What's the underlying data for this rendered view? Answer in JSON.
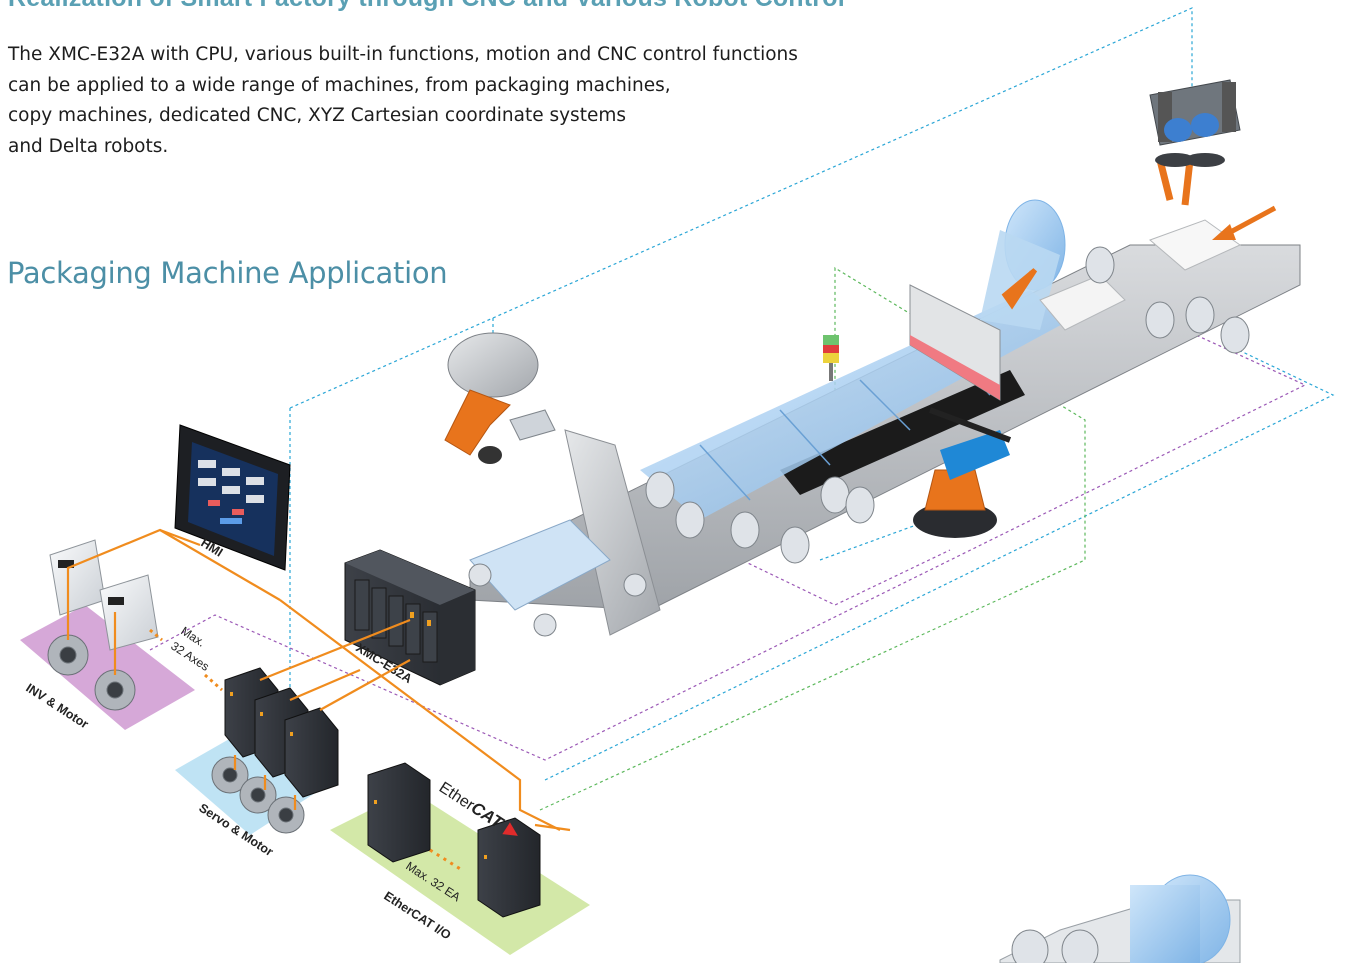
{
  "heading": "Realization of Smart Factory through CNC and Various Robot Control",
  "intro_lines": [
    "The XMC-E32A with CPU, various built-in functions, motion and CNC control functions",
    "can be applied to a wide range of machines, from packaging machines,",
    "copy machines, dedicated CNC, XYZ Cartesian coordinate systems",
    "and Delta robots."
  ],
  "section_title": "Packaging Machine Application",
  "labels": {
    "hmi": "HMI",
    "controller": "XMC-E32A",
    "inv_motor": "INV & Motor",
    "servo_motor": "Servo & Motor",
    "ethercat_io": "EtherCAT I/O",
    "max_axes_1": "Max.",
    "max_axes_2": "32 Axes",
    "max_ea": "Max. 32 EA",
    "ethercat_logo_1": "Ether",
    "ethercat_logo_2": "CAT"
  },
  "colors": {
    "heading": "#5aa0b4",
    "section": "#4c8fa6",
    "cable_orange": "#f08c1e",
    "line_blue": "#2aa6d6",
    "line_purple": "#9b59b6",
    "line_green": "#5cb85c",
    "inv_pad": "#d6a8d8",
    "servo_pad": "#bfe3f4",
    "io_pad": "#d3e8a8",
    "robot_orange": "#e8741c"
  }
}
